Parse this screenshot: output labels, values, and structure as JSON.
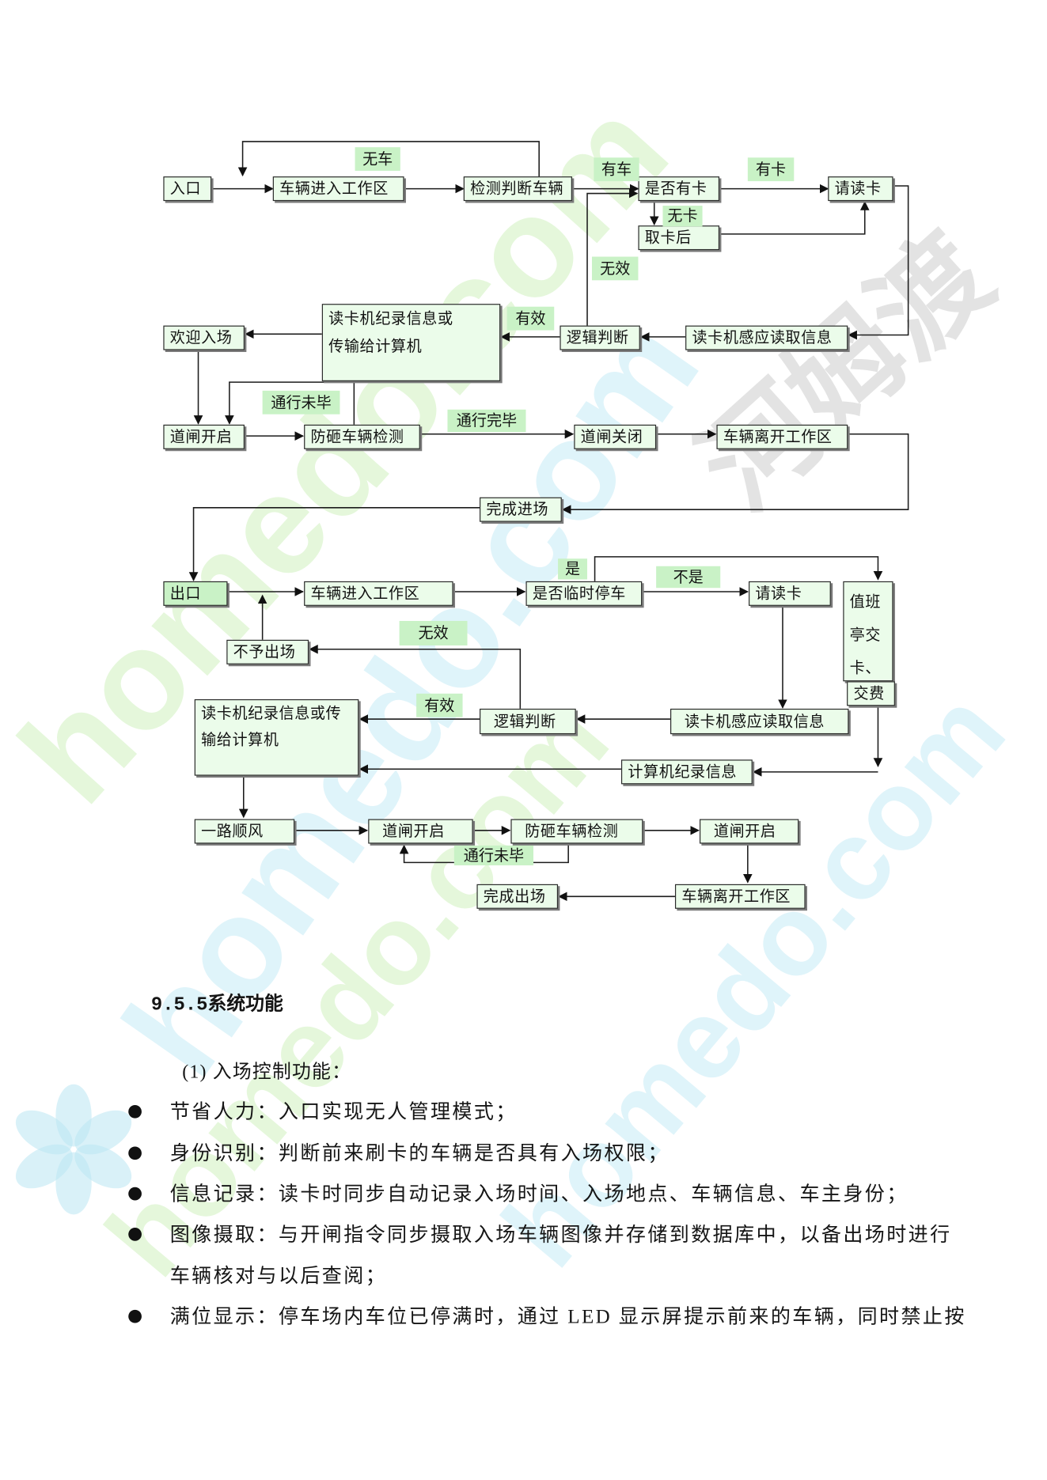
{
  "theme": {
    "box_fill": "#ebfcea",
    "label_fill": "#c9f2c6",
    "watermark_green": "#c5eeb0",
    "watermark_cyan": "#b9e6f3"
  },
  "watermark": {
    "text": "homedo.com",
    "brand": "河姆渡",
    "logo_icon": "flower-logo"
  },
  "flowchart": {
    "entry": {
      "start": "入口",
      "vehicle_enter": "车辆进入工作区",
      "detect_vehicle": "检测判断车辆",
      "has_card": "是否有卡",
      "request_card": "请读卡",
      "after_take_card": "取卡后",
      "reader_sense": "读卡机感应读取信息",
      "logic_judge": "逻辑判断",
      "reader_record": [
        "读卡机纪录信息或",
        "传输给计算机"
      ],
      "welcome": "欢迎入场",
      "gate_open": "道闸开启",
      "anti_smash_detect": "防砸车辆检测",
      "gate_close": "道闸关闭",
      "vehicle_leave": "车辆离开工作区",
      "entry_complete": "完成进场",
      "labels": {
        "no_vehicle": "无车",
        "has_vehicle": "有车",
        "has_card": "有卡",
        "no_card": "无卡",
        "invalid": "无效",
        "valid": "有效",
        "not_passed": "通行未毕",
        "passed": "通行完毕"
      }
    },
    "exit": {
      "start": "出口",
      "vehicle_enter": "车辆进入工作区",
      "is_temporary": "是否临时停车",
      "request_card": "请读卡",
      "duty_booth": [
        "值班",
        "亭交",
        "卡、"
      ],
      "pay_fee": "交费",
      "deny_exit": "不予出场",
      "logic_judge": "逻辑判断",
      "reader_sense": "读卡机感应读取信息",
      "reader_record": [
        "读卡机纪录信息或传",
        "输给计算机"
      ],
      "computer_record": "计算机纪录信息",
      "bon_voyage": "一路顺风",
      "gate_open_1": "道闸开启",
      "anti_smash_detect": "防砸车辆检测",
      "gate_open_2": "道闸开启",
      "vehicle_leave": "车辆离开工作区",
      "exit_complete": "完成出场",
      "labels": {
        "yes": "是",
        "no": "不是",
        "invalid": "无效",
        "valid": "有效",
        "not_passed": "通行未毕"
      }
    }
  },
  "section": {
    "heading": "9.5.5系统功能",
    "subheading": "(1) 入场控制功能：",
    "bullets": [
      {
        "lines": [
          "节省人力：入口实现无人管理模式；"
        ]
      },
      {
        "lines": [
          "身份识别：判断前来刷卡的车辆是否具有入场权限；"
        ]
      },
      {
        "lines": [
          "信息记录：读卡时同步自动记录入场时间、入场地点、车辆信息、车主身份；"
        ]
      },
      {
        "lines": [
          "图像摄取：与开闸指令同步摄取入场车辆图像并存储到数据库中，以备出场时进行",
          "车辆核对与以后查阅；"
        ]
      },
      {
        "lines": [
          "满位显示：停车场内车位已停满时，通过 LED 显示屏提示前来的车辆，同时禁止按"
        ]
      }
    ]
  }
}
